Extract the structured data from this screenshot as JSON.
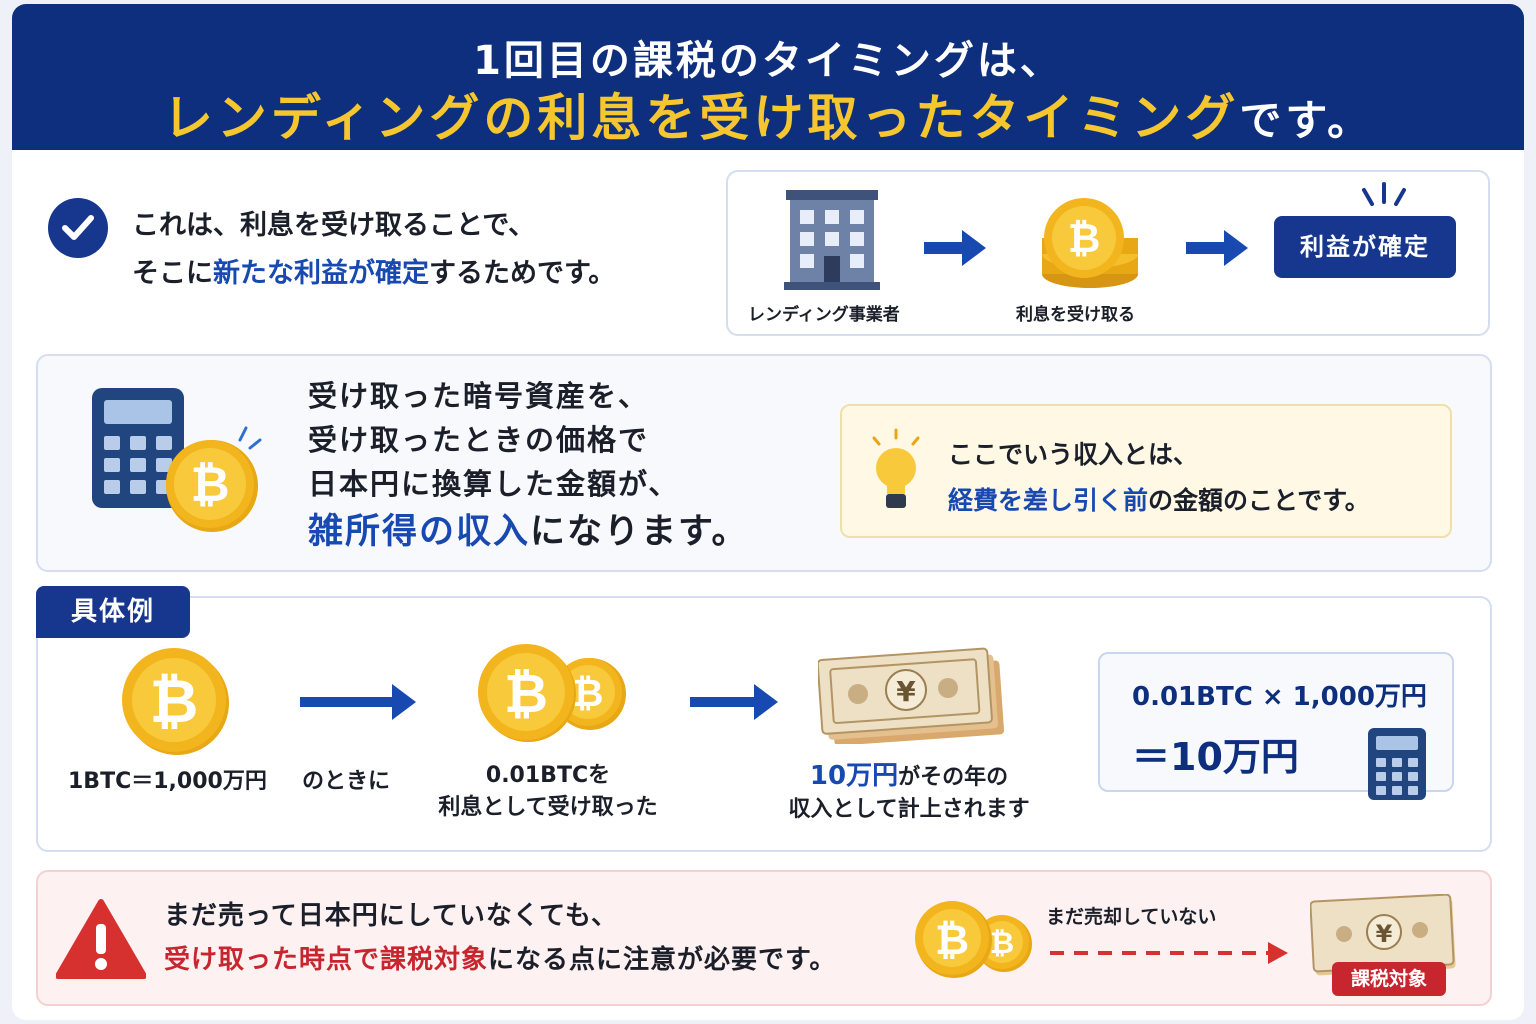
{
  "header": {
    "line1": "1回目の課税のタイミングは、",
    "line2_highlight": "レンディングの利息を受け取ったタイミング",
    "line2_tail": "です。"
  },
  "reason": {
    "line1": "これは、利息を受け取ることで、",
    "line2_pre": "そこに",
    "line2_highlight": "新たな利益が確定",
    "line2_post": "するためです。"
  },
  "flow": {
    "step1_label": "レンディング事業者",
    "step2_label": "利息を受け取る",
    "step3_button": "利益が確定"
  },
  "income": {
    "line1": "受け取った暗号資産を、",
    "line2": "受け取ったときの価格で",
    "line3": "日本円に換算した金額が、",
    "line4_highlight": "雑所得の収入",
    "line4_tail": "になります。"
  },
  "note": {
    "line1": "ここでいう収入とは、",
    "line2_highlight": "経費を差し引く前",
    "line2_tail": "の金額のことです。"
  },
  "example": {
    "tag": "具体例",
    "rate_label": "1BTC＝1,000万円",
    "when_label": "のときに",
    "interest_line1": "0.01BTCを",
    "interest_line2": "利息として受け取った",
    "income_highlight": "10万円",
    "income_line1_tail": "がその年の",
    "income_line2": "収入として計上されます",
    "calc_line1": "0.01BTC × 1,000万円",
    "calc_line2": "＝10万円"
  },
  "warning": {
    "line1": "まだ売って日本円にしていなくても、",
    "line2_highlight": "受け取った時点で課税対象",
    "line2_tail": "になる点に注意が必要です。",
    "unsold_label": "まだ売却していない",
    "taxable_tag": "課税対象"
  },
  "colors": {
    "navy": "#0e2f7e",
    "accent_yellow": "#f6c62e",
    "highlight_blue": "#1849b1",
    "warning_red": "#c8262e",
    "coin_gold": "#f2b51e"
  },
  "icons": [
    "check-icon",
    "building-icon",
    "coins-icon",
    "calculator-icon",
    "bitcoin-coin-icon",
    "lightbulb-icon",
    "banknotes-icon",
    "warning-icon"
  ]
}
